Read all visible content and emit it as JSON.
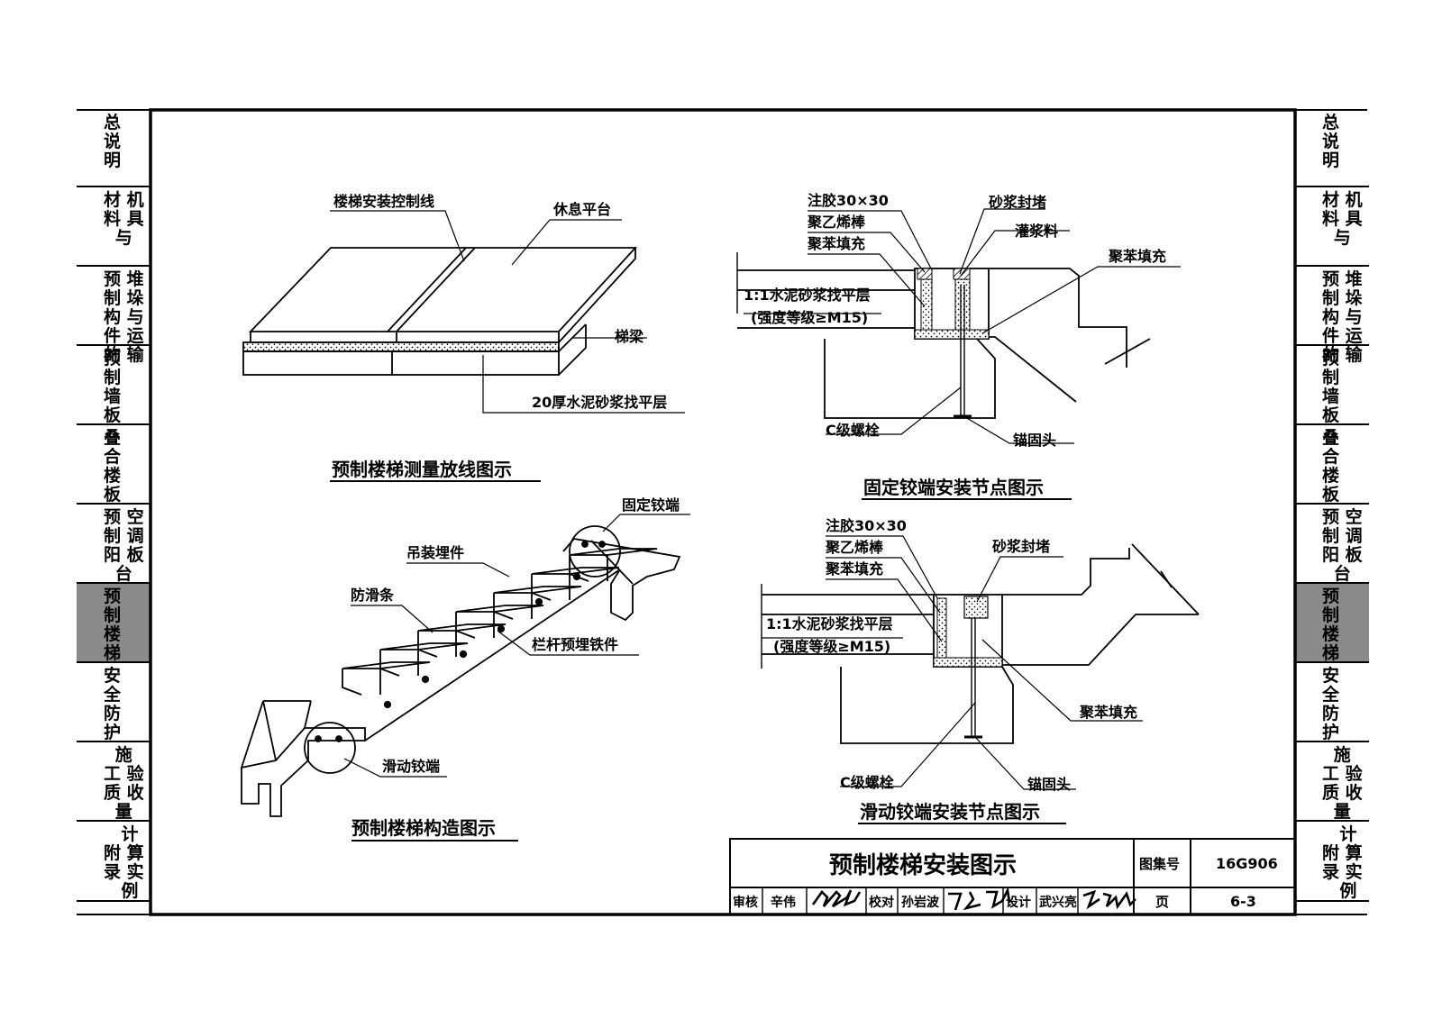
{
  "side_tabs": [
    {
      "lines": [
        "总",
        "说",
        "明"
      ],
      "active": false
    },
    {
      "lines": [
        "材 机",
        "料 具",
        "与"
      ],
      "active": false
    },
    {
      "lines": [
        "预 堆",
        "制 垛",
        "构 与",
        "件 运",
        "的 输"
      ],
      "active": false
    },
    {
      "lines": [
        "预",
        "制",
        "墙",
        "板"
      ],
      "active": false
    },
    {
      "lines": [
        "叠",
        "合",
        "楼",
        "板"
      ],
      "active": false
    },
    {
      "lines": [
        "预 空",
        "制 调",
        "阳 板",
        "台"
      ],
      "active": false
    },
    {
      "lines": [
        "预",
        "制",
        "楼",
        "梯"
      ],
      "active": true
    },
    {
      "lines": [
        "安",
        "全",
        "防",
        "护"
      ],
      "active": false
    },
    {
      "lines": [
        "施",
        "工 验",
        "质 收",
        "量"
      ],
      "active": false
    },
    {
      "lines": [
        "  计",
        "附 算",
        "录 实",
        "  例"
      ],
      "active": false
    }
  ],
  "figures": {
    "survey": {
      "title": "预制楼梯测量放线图示",
      "labels": {
        "control_line": "楼梯安装控制线",
        "landing": "休息平台",
        "beam": "梯梁",
        "leveling": "20厚水泥砂浆找平层"
      }
    },
    "fixed_hinge": {
      "title": "固定铰端安装节点图示",
      "labels": {
        "glue": "注胶30×30",
        "pe_rod": "聚乙烯棒",
        "eps_fill": "聚苯填充",
        "mortar_seal": "砂浆封堵",
        "grout": "灌浆料",
        "eps_fill_right": "聚苯填充",
        "mortar_1": "1:1水泥砂浆找平层",
        "mortar_2": "(强度等级≥M15)",
        "bolt": "C级螺栓",
        "anchor": "锚固头"
      }
    },
    "structure": {
      "title": "预制楼梯构造图示",
      "labels": {
        "fixed_hinge": "固定铰端",
        "lifting_insert": "吊装埋件",
        "anti_slip": "防滑条",
        "rail_insert": "栏杆预埋铁件",
        "sliding_hinge": "滑动铰端"
      }
    },
    "sliding_hinge": {
      "title": "滑动铰端安装节点图示",
      "labels": {
        "glue": "注胶30×30",
        "pe_rod": "聚乙烯棒",
        "eps_fill": "聚苯填充",
        "mortar_seal": "砂浆封堵",
        "mortar_1": "1:1水泥砂浆找平层",
        "mortar_2": "(强度等级≥M15)",
        "eps_fill_right": "聚苯填充",
        "bolt": "C级螺栓",
        "anchor": "锚固头"
      }
    }
  },
  "title_block": {
    "title": "预制楼梯安装图示",
    "atlas_label": "图集号",
    "atlas_no": "16G906",
    "page_label": "页",
    "page_no": "6-3",
    "review_label": "审核",
    "reviewer": "辛伟",
    "check_label": "校对",
    "checker": "孙岩波",
    "design_label": "设计",
    "designer": "武兴亮"
  },
  "colors": {
    "line": "#000000",
    "active_tab": "#8a8a8a",
    "hatch": "#6b6b6b"
  }
}
